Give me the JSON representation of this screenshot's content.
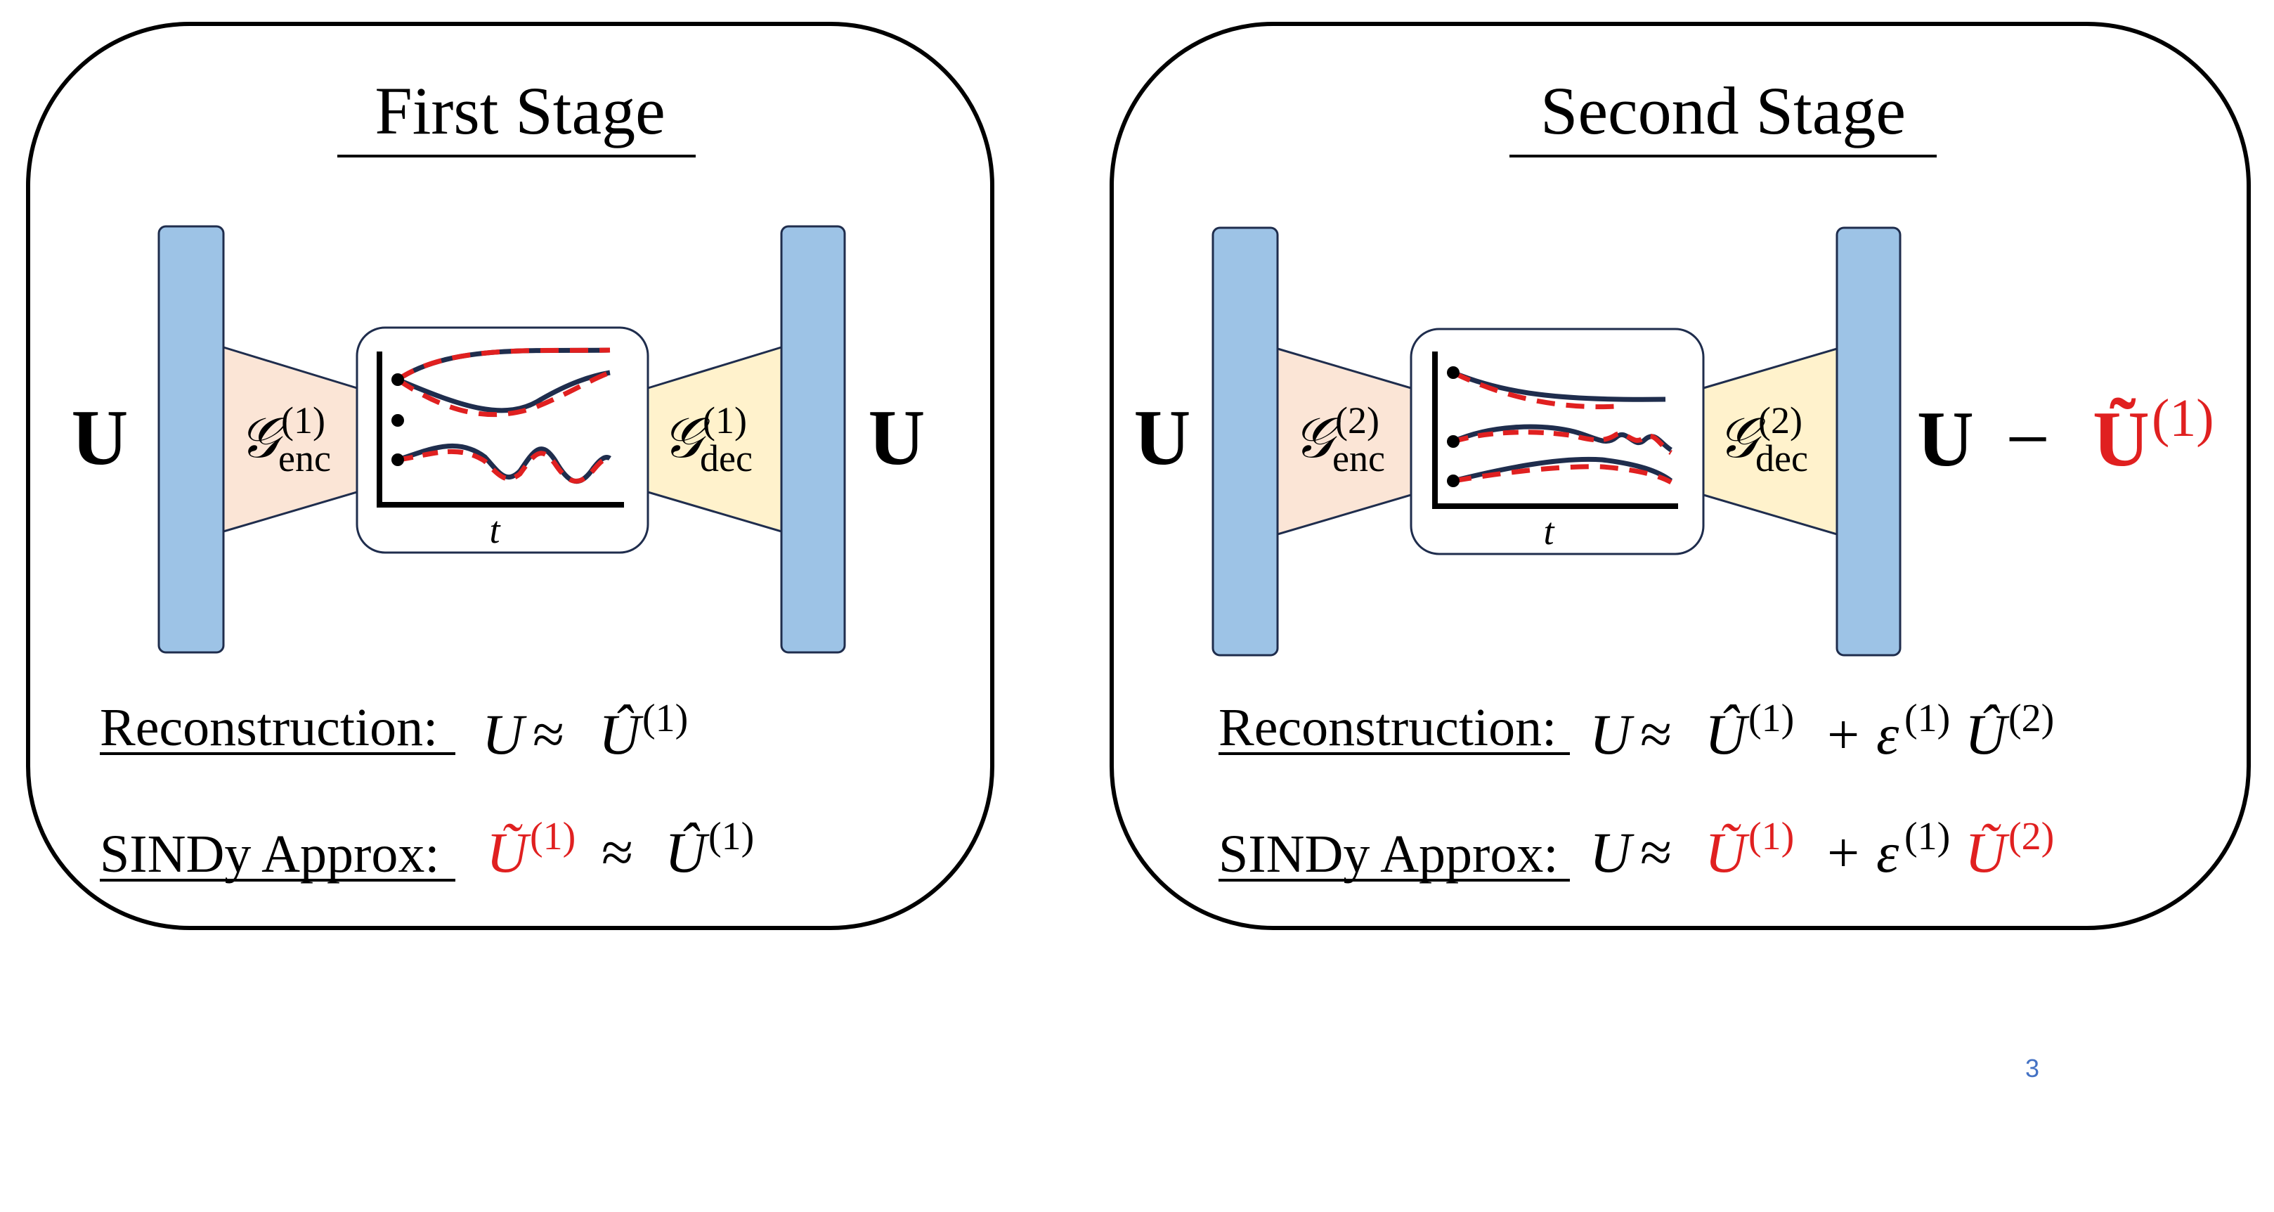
{
  "first_stage": {
    "title": "First Stage",
    "input_symbol": "U",
    "output_symbol": "U",
    "encoder_label": "𝒢",
    "encoder_superscript": "(1)",
    "encoder_subscript": "enc",
    "decoder_label": "𝒢",
    "decoder_superscript": "(1)",
    "decoder_subscript": "dec",
    "time_axis_label": "t",
    "reconstruction_label": "Reconstruction:",
    "reconstruction_lhs": "U",
    "approx_symbol": "≈",
    "reconstruction_rhs": "Û",
    "reconstruction_rhs_sup": "(1)",
    "sindy_label": "SINDy Approx:",
    "sindy_lhs": "Ũ",
    "sindy_lhs_sup": "(1)",
    "sindy_rhs": "Û",
    "sindy_rhs_sup": "(1)"
  },
  "second_stage": {
    "title": "Second Stage",
    "input_symbol": "U",
    "output_symbol": "U",
    "output_minus": "−",
    "output_tilde_symbol": "Ũ",
    "output_tilde_sup": "(1)",
    "encoder_label": "𝒢",
    "encoder_superscript": "(2)",
    "encoder_subscript": "enc",
    "decoder_label": "𝒢",
    "decoder_superscript": "(2)",
    "decoder_subscript": "dec",
    "time_axis_label": "t",
    "reconstruction_label": "Reconstruction:",
    "reconstruction_lhs": "U",
    "approx_symbol": "≈",
    "reconstruction_term1": "Û",
    "reconstruction_term1_sup": "(1)",
    "plus": "+",
    "epsilon": "ε",
    "epsilon_sup": "(1)",
    "reconstruction_term2": "Û",
    "reconstruction_term2_sup": "(2)",
    "sindy_label": "SINDy Approx:",
    "sindy_lhs": "U",
    "sindy_term1": "Ũ",
    "sindy_term1_sup": "(1)",
    "sindy_term2": "Ũ",
    "sindy_term2_sup": "(2)"
  },
  "slide_number": "3",
  "colors": {
    "bar_fill": "#9dc3e6",
    "bar_stroke": "#1f2d4d",
    "encoder_fill": "#fbe5d6",
    "decoder_fill": "#fff2cc",
    "curve_solid": "#1f2d4d",
    "curve_dashed": "#e02020",
    "highlight_red": "#e02020",
    "slide_number": "#4472c4"
  }
}
